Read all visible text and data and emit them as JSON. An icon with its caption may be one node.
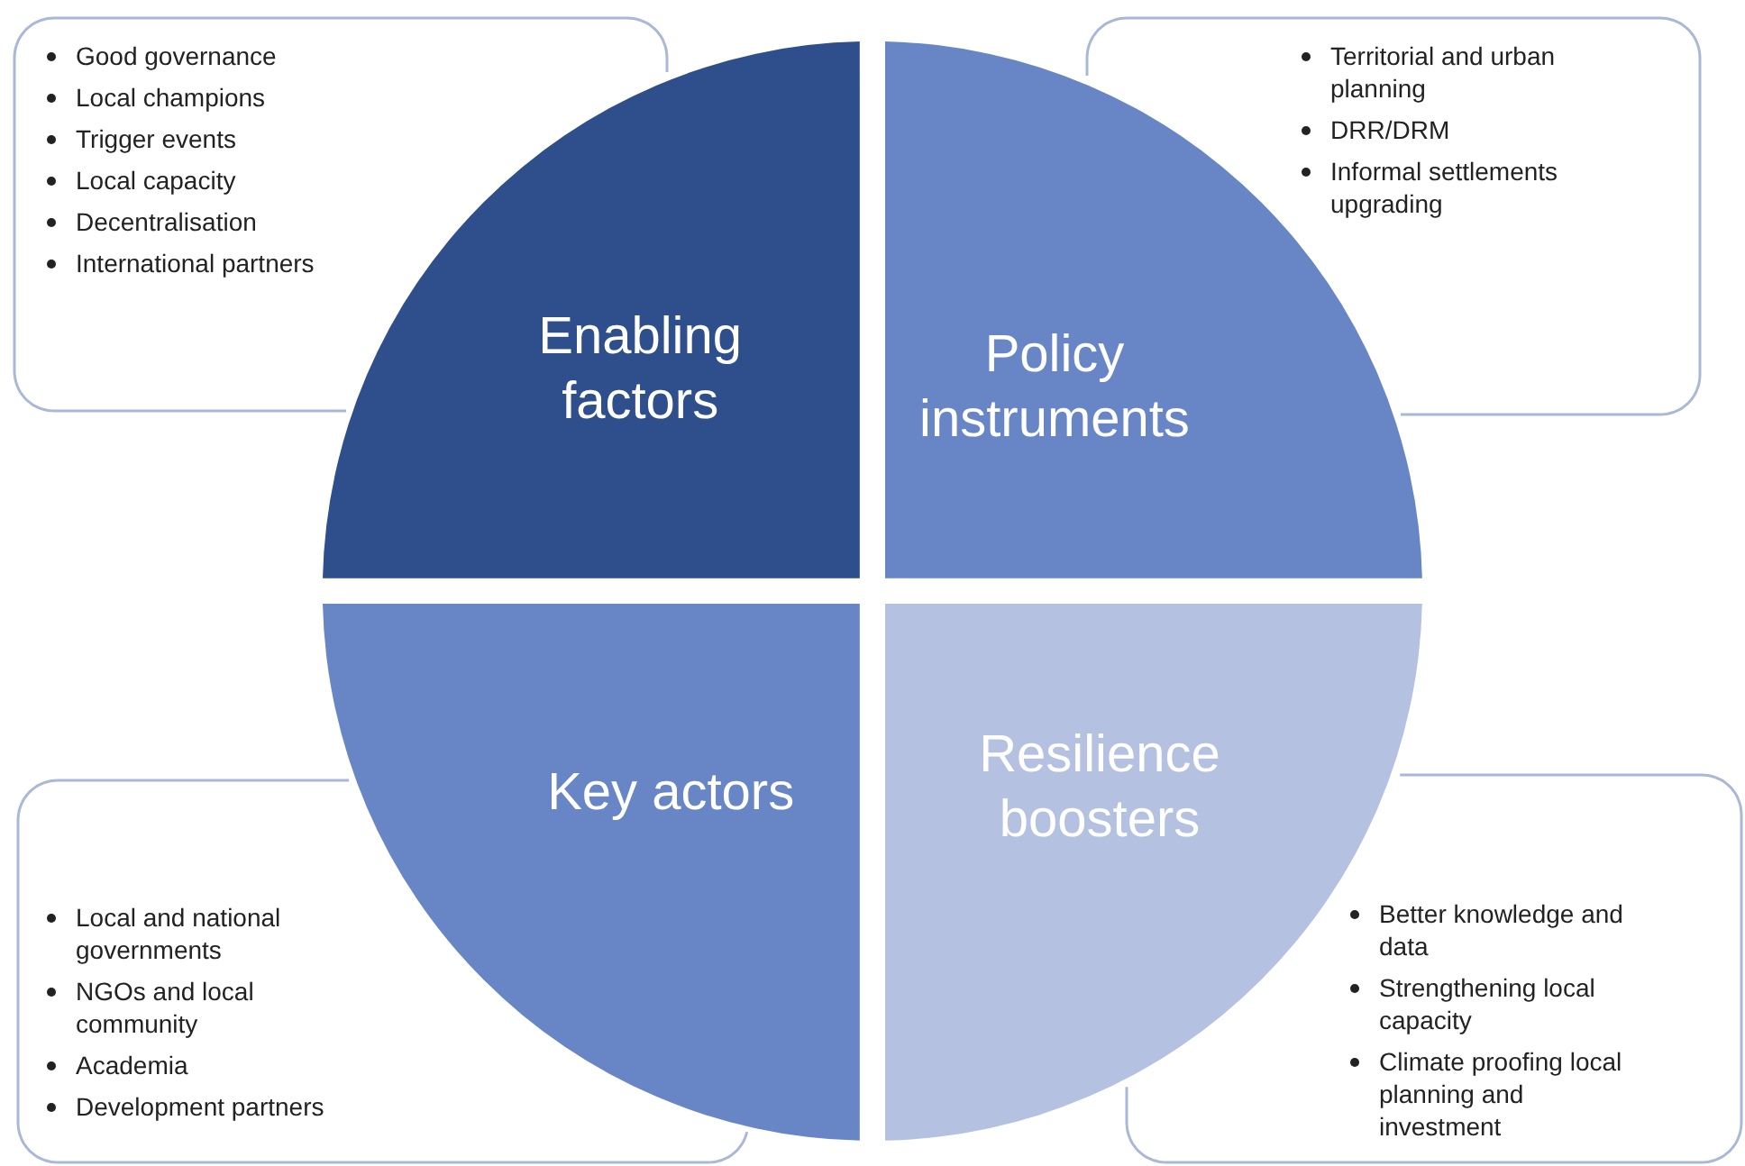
{
  "diagram": {
    "nodes": [
      {
        "text": [
          "Good governance",
          "Local champions",
          "Trigger events",
          "Local capacity",
          "Decentralisation",
          "International partners"
        ]
      },
      {
        "text": [
          "Enabling factors"
        ]
      },
      {
        "text": [
          "Policy instruments"
        ]
      },
      {
        "text": [
          "Territorial and urban planning",
          "DRR/DRM",
          "Informal settlements upgrading"
        ]
      },
      {
        "text": [
          "Key actors"
        ]
      },
      {
        "text": [
          "Resilience boosters"
        ]
      },
      {
        "text": [
          "Local and national governments",
          "NGOs and local community",
          "Academia",
          "Development partners"
        ]
      },
      {
        "text": [
          "Better knowledge and data",
          "Strengthening local capacity",
          "Climate proofing local planning and investment"
        ]
      }
    ]
  }
}
